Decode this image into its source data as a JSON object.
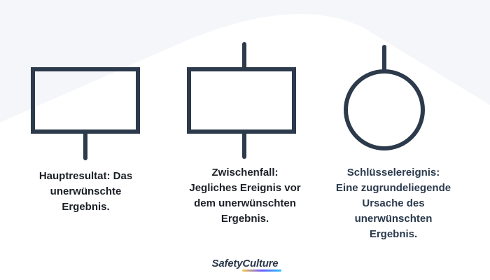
{
  "colors": {
    "background": "#f4f6f9",
    "background_shape": "#ffffff",
    "symbol_stroke": "#2c3a4b",
    "caption_dark": "#1c2026",
    "caption_accent": "#2b3a4d",
    "logo_text": "#2c3a4b",
    "logo_gradient": [
      "#f7c948",
      "#6b5bff",
      "#2ac3ff"
    ]
  },
  "symbols": [
    {
      "name": "top-event",
      "shape": "rectangle-with-line-below"
    },
    {
      "name": "intermediate-event",
      "shape": "rectangle-with-lines-above-and-below"
    },
    {
      "name": "basic-event",
      "shape": "circle-with-line-above"
    }
  ],
  "captions": [
    "Hauptresultat: Das\nunerwünschte\nErgebnis.",
    "Zwischenfall:\nJegliches Ereignis vor\ndem unerwünschten\nErgebnis.",
    "Schlüsselereignis:\nEine zugrundeliegende\nUrsache des\nunerwünschten\nErgebnis."
  ],
  "brand": {
    "name": "SafetyCulture"
  }
}
